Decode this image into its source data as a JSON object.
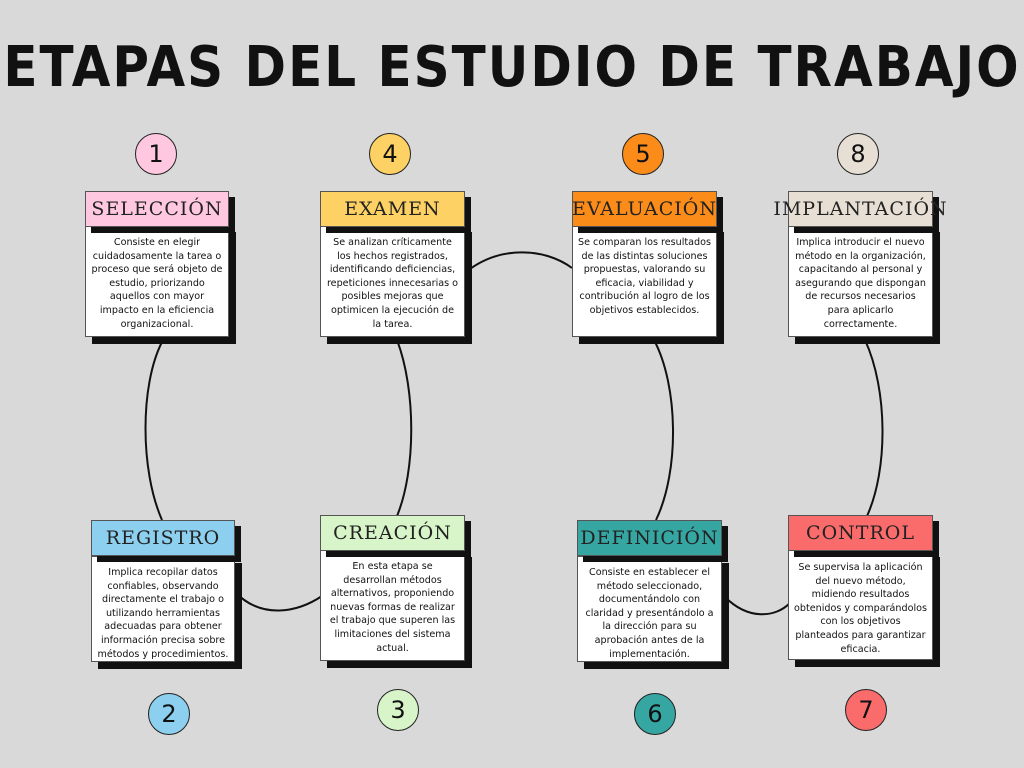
{
  "title": "ETAPAS DEL ESTUDIO DE TRABAJO",
  "stages": [
    {
      "number": "1",
      "heading": "SELECCIÓN",
      "color": "#ffc8e0",
      "text": "Consiste en elegir cuidadosamente la tarea o proceso que será objeto de estudio, priorizando aquellos con mayor impacto en la eficiencia organizacional."
    },
    {
      "number": "2",
      "heading": "REGISTRO",
      "color": "#8ccfee",
      "text": "Implica recopilar datos confiables, observando directamente el trabajo o utilizando herramientas adecuadas para obtener información precisa sobre métodos y procedimientos."
    },
    {
      "number": "3",
      "heading": "CREACIÓN",
      "color": "#d7f5c8",
      "text": "En esta etapa se desarrollan métodos alternativos, proponiendo nuevas formas de realizar el trabajo que superen las limitaciones del sistema actual."
    },
    {
      "number": "4",
      "heading": "EXAMEN",
      "color": "#fdd163",
      "text": "Se analizan críticamente los hechos registrados, identificando deficiencias, repeticiones innecesarias o posibles mejoras que optimicen la ejecución de la tarea."
    },
    {
      "number": "5",
      "heading": "EVALUACIÓN",
      "color": "#fb8c1a",
      "text": "Se comparan los resultados de las distintas soluciones propuestas, valorando su eficacia, viabilidad y contribución al logro de los objetivos establecidos."
    },
    {
      "number": "6",
      "heading": "DEFINICIÓN",
      "color": "#36a6a2",
      "text": "Consiste en establecer el método seleccionado, documentándolo con claridad y presentándolo a la dirección para su aprobación antes de la implementación."
    },
    {
      "number": "7",
      "heading": "CONTROL",
      "color": "#fa6b6b",
      "text": "Se supervisa la aplicación del nuevo método, midiendo resultados obtenidos y comparándolos con los objetivos planteados para garantizar eficacia."
    },
    {
      "number": "8",
      "heading": "IMPLANTACIÓN",
      "color": "#e7dfd3",
      "text": "Implica introducir el nuevo método en la organización, capacitando al personal y asegurando que dispongan de recursos necesarios para aplicarlo correctamente."
    }
  ]
}
